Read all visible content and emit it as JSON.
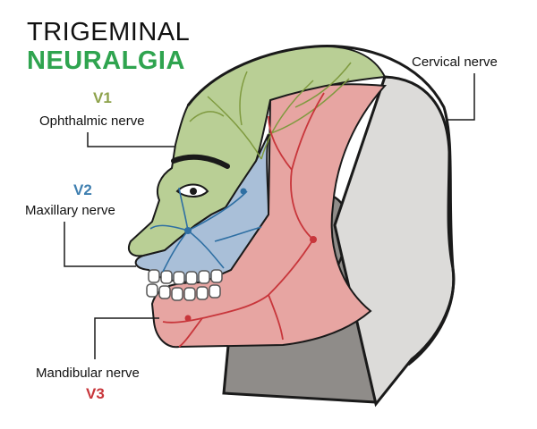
{
  "title": {
    "line1": "TRIGEMINAL",
    "line2": "NEURALGIA"
  },
  "labels": {
    "v1": {
      "tag": "V1",
      "name": "Ophthalmic nerve"
    },
    "v2": {
      "tag": "V2",
      "name": "Maxillary nerve"
    },
    "v3": {
      "tag": "V3",
      "name": "Mandibular nerve"
    },
    "cervical": {
      "name": "Cervical nerve"
    }
  },
  "colors": {
    "v1": "#8da24a",
    "v2": "#3f7fb0",
    "v3": "#c8363b",
    "title_accent": "#2fa44f",
    "v1_region": "#b9cf95",
    "v2_region": "#a9bfd8",
    "v3_region": "#e7a5a2",
    "cervical_region": "#dcdbd9",
    "neck": "#8f8c89"
  }
}
